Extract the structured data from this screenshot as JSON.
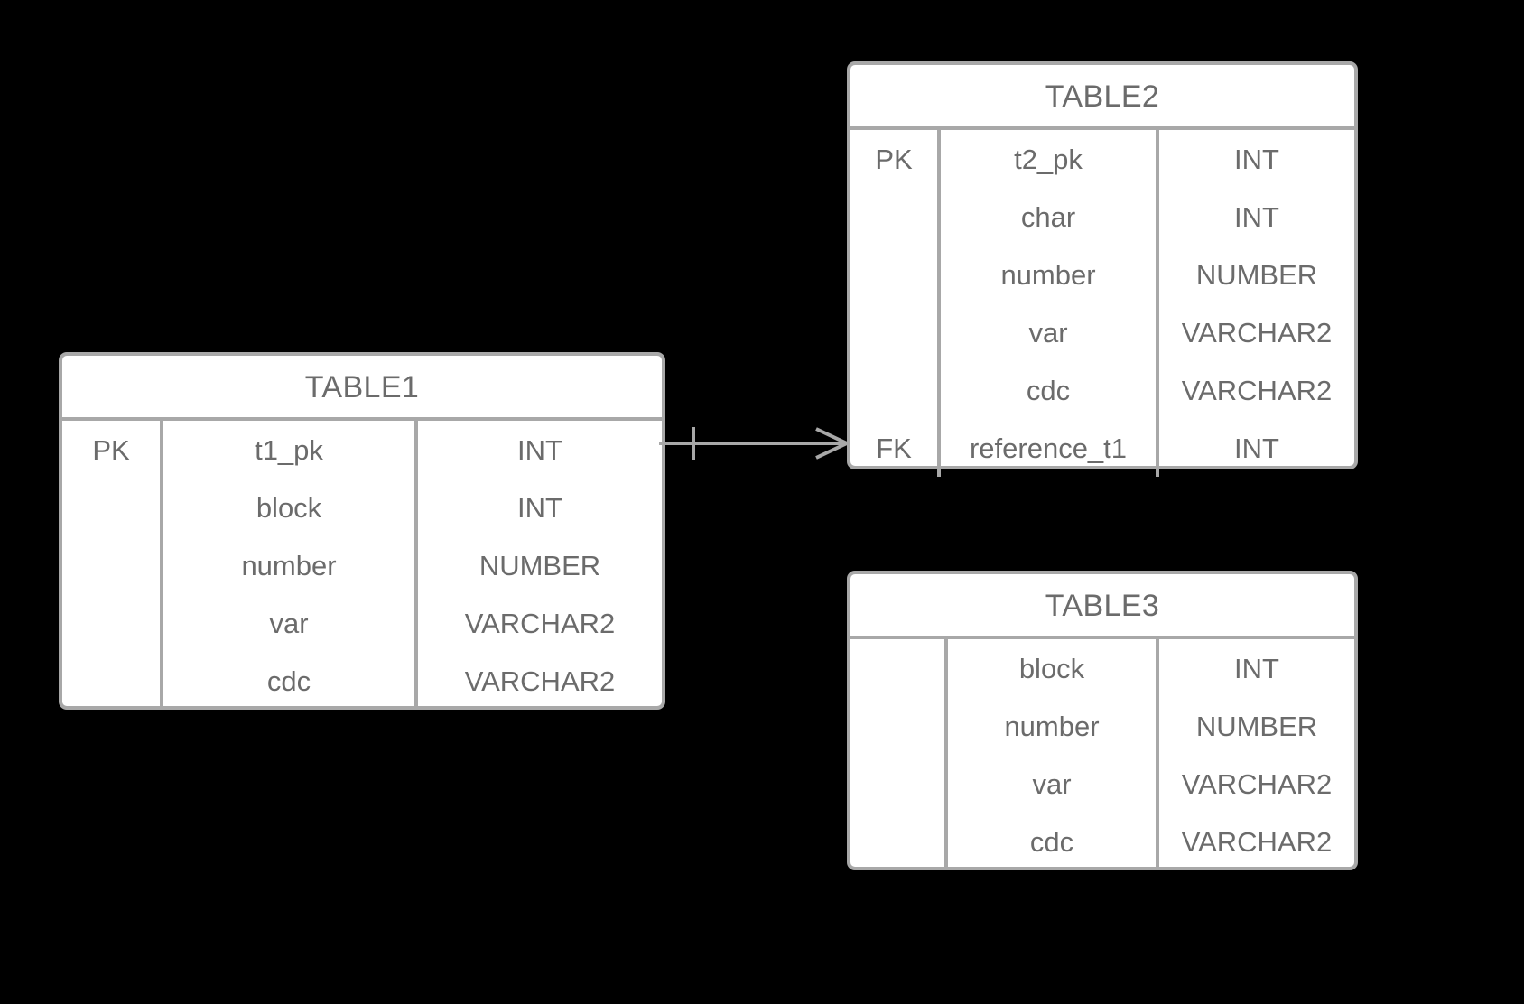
{
  "diagram": {
    "type": "entity-relationship-diagram",
    "notation": "crow-foot",
    "background_color": "#000000",
    "line_color": "#a8a8a8",
    "text_color": "#6b6b6b",
    "box_fill_color": "#ffffff"
  },
  "entities": [
    {
      "name": "TABLE1",
      "columns": [
        "key",
        "attribute",
        "datatype"
      ],
      "rows": [
        {
          "key": "PK",
          "attribute": "t1_pk",
          "datatype": "INT"
        },
        {
          "key": "",
          "attribute": "block",
          "datatype": "INT"
        },
        {
          "key": "",
          "attribute": "number",
          "datatype": "NUMBER"
        },
        {
          "key": "",
          "attribute": "var",
          "datatype": "VARCHAR2"
        },
        {
          "key": "",
          "attribute": "cdc",
          "datatype": "VARCHAR2"
        }
      ]
    },
    {
      "name": "TABLE2",
      "columns": [
        "key",
        "attribute",
        "datatype"
      ],
      "rows": [
        {
          "key": "PK",
          "attribute": "t2_pk",
          "datatype": "INT"
        },
        {
          "key": "",
          "attribute": "char",
          "datatype": "INT"
        },
        {
          "key": "",
          "attribute": "number",
          "datatype": "NUMBER"
        },
        {
          "key": "",
          "attribute": "var",
          "datatype": "VARCHAR2"
        },
        {
          "key": "",
          "attribute": "cdc",
          "datatype": "VARCHAR2"
        },
        {
          "key": "FK",
          "attribute": "reference_t1",
          "datatype": "INT"
        }
      ]
    },
    {
      "name": "TABLE3",
      "columns": [
        "key",
        "attribute",
        "datatype"
      ],
      "rows": [
        {
          "key": "",
          "attribute": "block",
          "datatype": "INT"
        },
        {
          "key": "",
          "attribute": "number",
          "datatype": "NUMBER"
        },
        {
          "key": "",
          "attribute": "var",
          "datatype": "VARCHAR2"
        },
        {
          "key": "",
          "attribute": "cdc",
          "datatype": "VARCHAR2"
        }
      ]
    }
  ],
  "relationships": [
    {
      "from_entity": "TABLE1",
      "to_entity": "TABLE2",
      "from_cardinality": "one",
      "to_cardinality": "many",
      "label": ""
    }
  ]
}
